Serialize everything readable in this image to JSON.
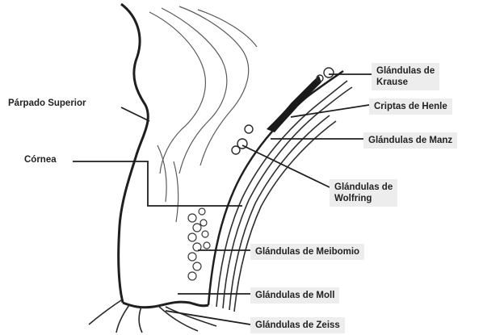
{
  "colors": {
    "line": "#1f1f1f",
    "label_bg": "#ededed",
    "label_text": "#222222",
    "tissue": "#d6d6d6"
  },
  "labels": {
    "parpado_superior": "Párpado Superior",
    "cornea": "Córnea",
    "krause_1": "Glándulas de",
    "krause_2": "Krause",
    "henle": "Criptas de Henle",
    "manz": "Glándulas de Manz",
    "wolfring_1": "Glándulas de",
    "wolfring_2": "Wolfring",
    "meibomio": "Glándulas de Meibomio",
    "moll": "Glándulas de Moll",
    "zeiss": "Glándulas de Zeiss"
  }
}
